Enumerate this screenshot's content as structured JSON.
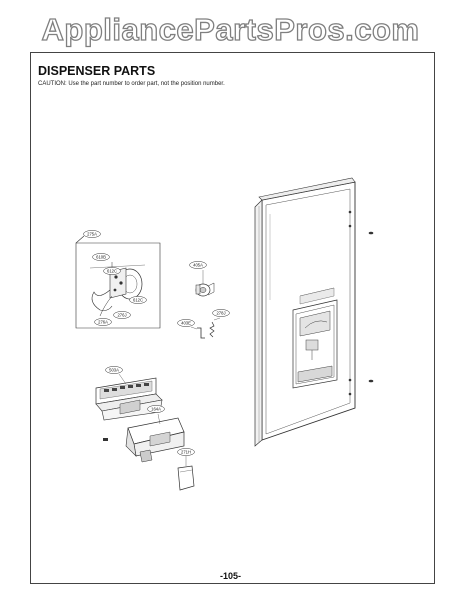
{
  "watermark": "AppliancePartsPros.com",
  "title": "DISPENSER PARTS",
  "caution": "CAUTION: Use the part number to order part, not the position number.",
  "page_number": "-105-",
  "part_labels": {
    "l275a": "275A",
    "l610b": "610B",
    "l612c_upper": "612C",
    "l612c_lower": "612C",
    "l276j": "276J",
    "l276a": "276A",
    "l405a": "405A",
    "l403e": "403E",
    "l278j": "278J",
    "l503a": "503A",
    "l164a": "164A",
    "l271h": "271H"
  }
}
